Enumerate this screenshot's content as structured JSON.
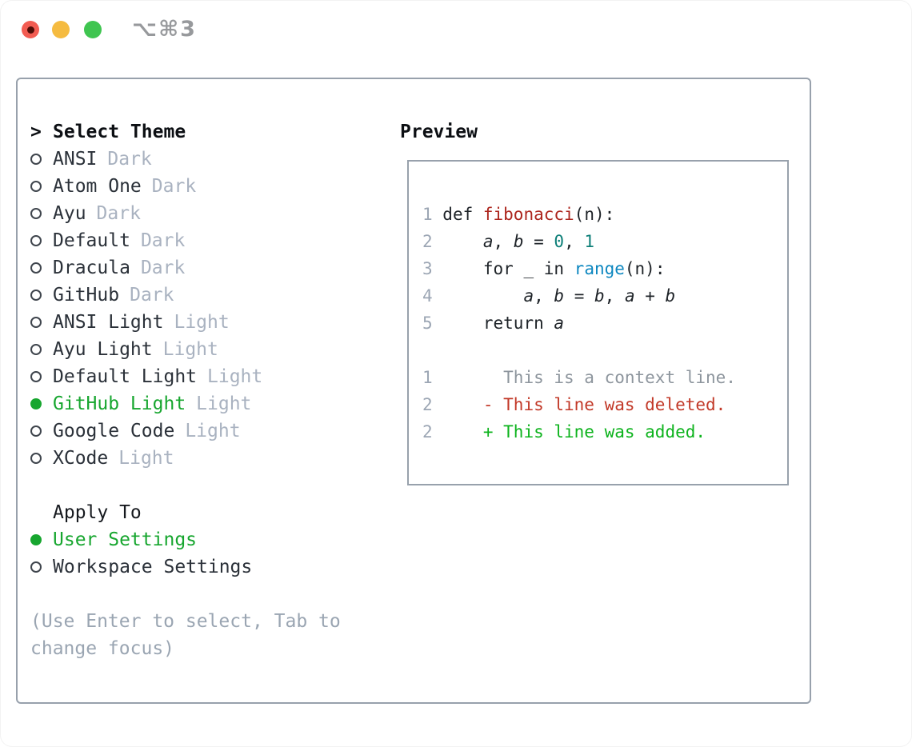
{
  "window": {
    "title": "⌥⌘3",
    "traffic_lights": {
      "close_color": "#f25c52",
      "minimize_color": "#f5bb40",
      "zoom_color": "#3fc550"
    }
  },
  "theme_picker": {
    "prompt": ">",
    "header": "Select Theme",
    "themes": [
      {
        "name": "ANSI",
        "variant": "Dark",
        "selected": false
      },
      {
        "name": "Atom One",
        "variant": "Dark",
        "selected": false
      },
      {
        "name": "Ayu",
        "variant": "Dark",
        "selected": false
      },
      {
        "name": "Default",
        "variant": "Dark",
        "selected": false
      },
      {
        "name": "Dracula",
        "variant": "Dark",
        "selected": false
      },
      {
        "name": "GitHub",
        "variant": "Dark",
        "selected": false
      },
      {
        "name": "ANSI Light",
        "variant": "Light",
        "selected": false
      },
      {
        "name": "Ayu Light",
        "variant": "Light",
        "selected": false
      },
      {
        "name": "Default Light",
        "variant": "Light",
        "selected": false
      },
      {
        "name": "GitHub Light",
        "variant": "Light",
        "selected": true
      },
      {
        "name": "Google Code",
        "variant": "Light",
        "selected": false
      },
      {
        "name": "XCode",
        "variant": "Light",
        "selected": false
      }
    ],
    "apply_to": {
      "header": "Apply To",
      "options": [
        {
          "label": "User Settings",
          "selected": true
        },
        {
          "label": "Workspace Settings",
          "selected": false
        }
      ]
    },
    "hint_lines": [
      "(Use Enter to select, Tab to",
      "change focus)"
    ]
  },
  "preview": {
    "header": "Preview",
    "code_lines": [
      [
        {
          "text": "1",
          "style": "num"
        },
        {
          "text": " def ",
          "style": "plain"
        },
        {
          "text": "fibonacci",
          "style": "fn"
        },
        {
          "text": "(n):",
          "style": "plain"
        }
      ],
      [
        {
          "text": "2",
          "style": "num"
        },
        {
          "text": "     ",
          "style": "plain"
        },
        {
          "text": "a",
          "style": "var"
        },
        {
          "text": ", ",
          "style": "plain"
        },
        {
          "text": "b",
          "style": "var"
        },
        {
          "text": " = ",
          "style": "plain"
        },
        {
          "text": "0",
          "style": "teal"
        },
        {
          "text": ", ",
          "style": "plain"
        },
        {
          "text": "1",
          "style": "teal"
        }
      ],
      [
        {
          "text": "3",
          "style": "num"
        },
        {
          "text": "     for _ in ",
          "style": "plain"
        },
        {
          "text": "range",
          "style": "blue"
        },
        {
          "text": "(n):",
          "style": "plain"
        }
      ],
      [
        {
          "text": "4",
          "style": "num"
        },
        {
          "text": "         ",
          "style": "plain"
        },
        {
          "text": "a",
          "style": "var"
        },
        {
          "text": ", ",
          "style": "plain"
        },
        {
          "text": "b",
          "style": "var"
        },
        {
          "text": " = ",
          "style": "plain"
        },
        {
          "text": "b",
          "style": "var"
        },
        {
          "text": ", ",
          "style": "plain"
        },
        {
          "text": "a",
          "style": "var"
        },
        {
          "text": " + ",
          "style": "plain"
        },
        {
          "text": "b",
          "style": "var"
        }
      ],
      [
        {
          "text": "5",
          "style": "num"
        },
        {
          "text": "     return ",
          "style": "plain"
        },
        {
          "text": "a",
          "style": "var"
        }
      ],
      [],
      [
        {
          "text": "1",
          "style": "num"
        },
        {
          "text": "       This is a context line.",
          "style": "ctx"
        }
      ],
      [
        {
          "text": "2",
          "style": "num"
        },
        {
          "text": "     - This line was deleted.",
          "style": "del"
        }
      ],
      [
        {
          "text": "2",
          "style": "num"
        },
        {
          "text": "     + This line was added.",
          "style": "add"
        }
      ]
    ]
  },
  "colors": {
    "selection_green": "#17a62f",
    "added_green": "#0db31d",
    "deleted_red": "#c23928",
    "function_red": "#ac251d",
    "builtin_blue": "#0d87c0",
    "number_teal": "#0d7f78",
    "border_gray": "#98a1ac"
  }
}
